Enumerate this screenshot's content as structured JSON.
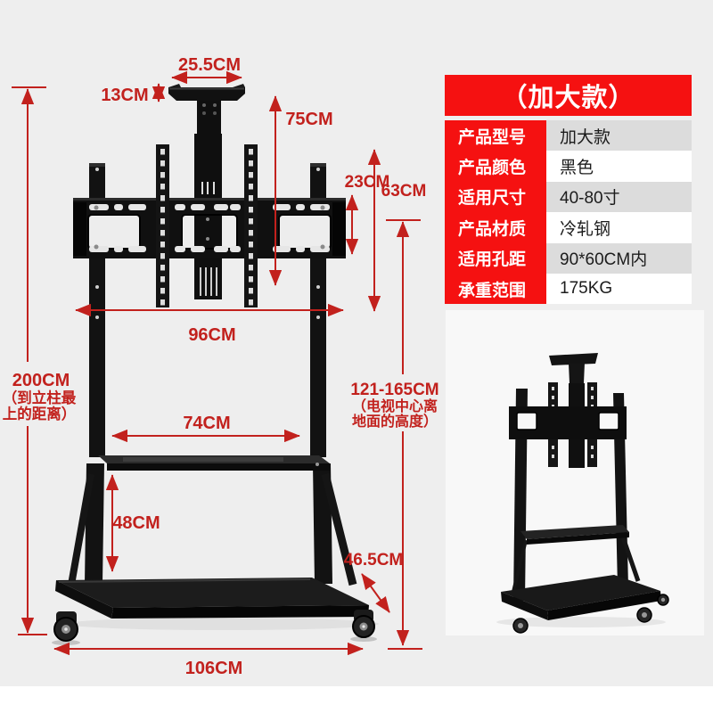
{
  "colors": {
    "page_bg": "#eeeeee",
    "photo_panel_bg": "#f8f8f8",
    "dimension_red": "#c2211d",
    "table_red": "#f51111",
    "row_gray": "#dcdcdc",
    "stand_black": "#111111"
  },
  "spec_table": {
    "header": "（加大款）",
    "rows": [
      {
        "label": "产品型号",
        "value": "加大款"
      },
      {
        "label": "产品颜色",
        "value": "黑色"
      },
      {
        "label": "适用尺寸",
        "value": "40-80寸"
      },
      {
        "label": "产品材质",
        "value": "冷轧钢"
      },
      {
        "label": "适用孔距",
        "value": "90*60CM内"
      },
      {
        "label": "承重范围",
        "value": "175KG"
      }
    ]
  },
  "dimensions": {
    "top_shelf_width": "25.5CM",
    "top_shelf_height": "13CM",
    "shelf_to_bracket": "75CM",
    "bracket_plate_height": "23CM",
    "vesa_strip_height": "63CM",
    "bracket_width": "96CM",
    "inner_width": "74CM",
    "shelf_to_base": "48CM",
    "total_height": "200CM",
    "total_height_note_1": "（到立柱最",
    "total_height_note_2": "上的距离）",
    "tv_center_height": "121-165CM",
    "tv_center_note_1": "（电视中心离",
    "tv_center_note_2": "地面的高度）",
    "base_depth": "46.5CM",
    "base_width": "106CM"
  }
}
